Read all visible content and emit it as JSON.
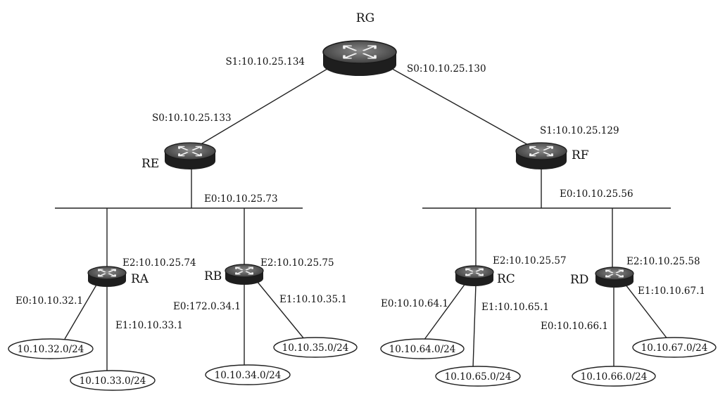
{
  "routers": {
    "RG": {
      "name": "RG",
      "s1": "S1:10.10.25.134",
      "s0": "S0:10.10.25.130"
    },
    "RE": {
      "name": "RE",
      "s0": "S0:10.10.25.133",
      "e0": "E0:10.10.25.73"
    },
    "RF": {
      "name": "RF",
      "s1": "S1:10.10.25.129",
      "e0": "E0:10.10.25.56"
    },
    "RA": {
      "name": "RA",
      "e2": "E2:10.10.25.74",
      "e0": "E0:10.10.32.1",
      "e1": "E1:10.10.33.1"
    },
    "RB": {
      "name": "RB",
      "e2": "E2:10.10.25.75",
      "e0": "E0:172.0.34.1",
      "e1": "E1:10.10.35.1"
    },
    "RC": {
      "name": "RC",
      "e2": "E2:10.10.25.57",
      "e0": "E0:10.10.64.1",
      "e1": "E1:10.10.65.1"
    },
    "RD": {
      "name": "RD",
      "e2": "E2:10.10.25.58",
      "e1": "E1:10.10.67.1",
      "e0": "E0:10.10.66.1"
    }
  },
  "networks": {
    "n32": "10.10.32.0/24",
    "n33": "10.10.33.0/24",
    "n34": "10.10.34.0/24",
    "n35": "10.10.35.0/24",
    "n64": "10.10.64.0/24",
    "n65": "10.10.65.0/24",
    "n66": "10.10.66.0/24",
    "n67": "10.10.67.0/24"
  },
  "colors": {
    "router_body": "#1e1e1e",
    "router_top": "#6a6a6a",
    "line": "#222222"
  }
}
